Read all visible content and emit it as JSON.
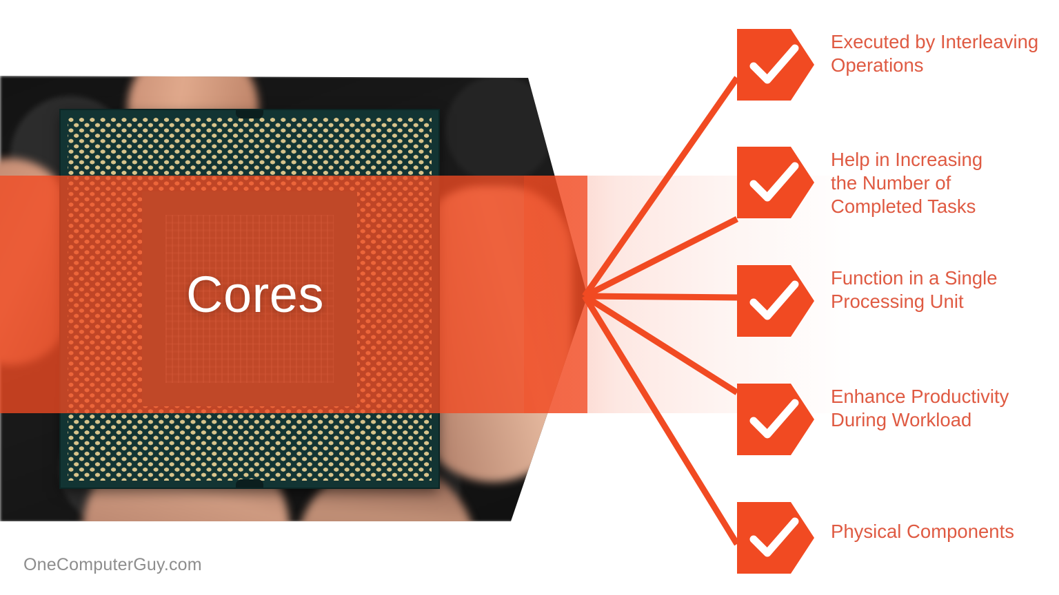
{
  "colors": {
    "accent": "#F14A22",
    "label_text": "#DF5A42",
    "center_text": "#FFFFFF",
    "watermark": "#8D8D8D",
    "background": "#FFFFFF",
    "cpu_substrate": "#123433",
    "cpu_pins": "#D8C48C"
  },
  "center": {
    "title": "Cores",
    "image_name": "cpu-in-hand-photo"
  },
  "items": [
    {
      "id": "executed-by-interleaving-operations",
      "label": "Executed by Interleaving\nOperations",
      "icon": "check-icon"
    },
    {
      "id": "help-in-increasing-the-number-of-completed-tasks",
      "label": "Help in Increasing\nthe Number of\nCompleted Tasks",
      "icon": "check-icon"
    },
    {
      "id": "function-in-a-single-processing-unit",
      "label": "Function in a Single\nProcessing Unit",
      "icon": "check-icon"
    },
    {
      "id": "enhance-productivity-during-workload",
      "label": "Enhance Productivity\nDuring Workload",
      "icon": "check-icon"
    },
    {
      "id": "physical-components",
      "label": "Physical Components",
      "icon": "check-icon"
    }
  ],
  "watermark": {
    "text": "OneComputerGuy.com"
  }
}
